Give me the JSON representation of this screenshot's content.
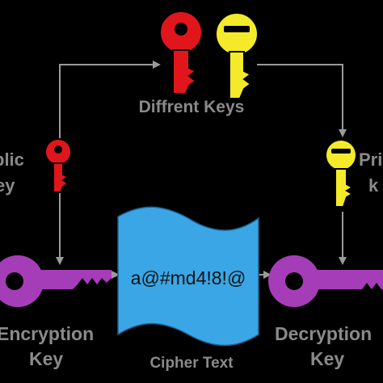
{
  "labels": {
    "top": "Diffrent Keys",
    "public_line1": "blic",
    "public_line2": "ey",
    "private_line1": "Pri",
    "private_line2": "k",
    "encryption_line1": "Encryption",
    "encryption_line2": "Key",
    "decryption_line1": "Decryption",
    "decryption_line2": "Key",
    "cipher_caption": "Cipher Text",
    "cipher_content": "a@#md4!8!@"
  },
  "colors": {
    "background": "#000000",
    "label_gray": "#8a8a8a",
    "arrow_gray": "#9a9a9a",
    "red_key": "#e0161c",
    "yellow_key": "#f4ea2a",
    "purple_key": "#a63db8",
    "cipher_blue": "#3aa6e6"
  },
  "icons": {
    "top_left_key": "red-key-icon",
    "top_right_key": "yellow-key-icon",
    "public_key": "red-key-icon",
    "private_key": "yellow-key-icon",
    "encryption_key": "purple-key-icon",
    "decryption_key": "purple-key-icon",
    "cipher_sheet": "wavy-document-icon"
  }
}
